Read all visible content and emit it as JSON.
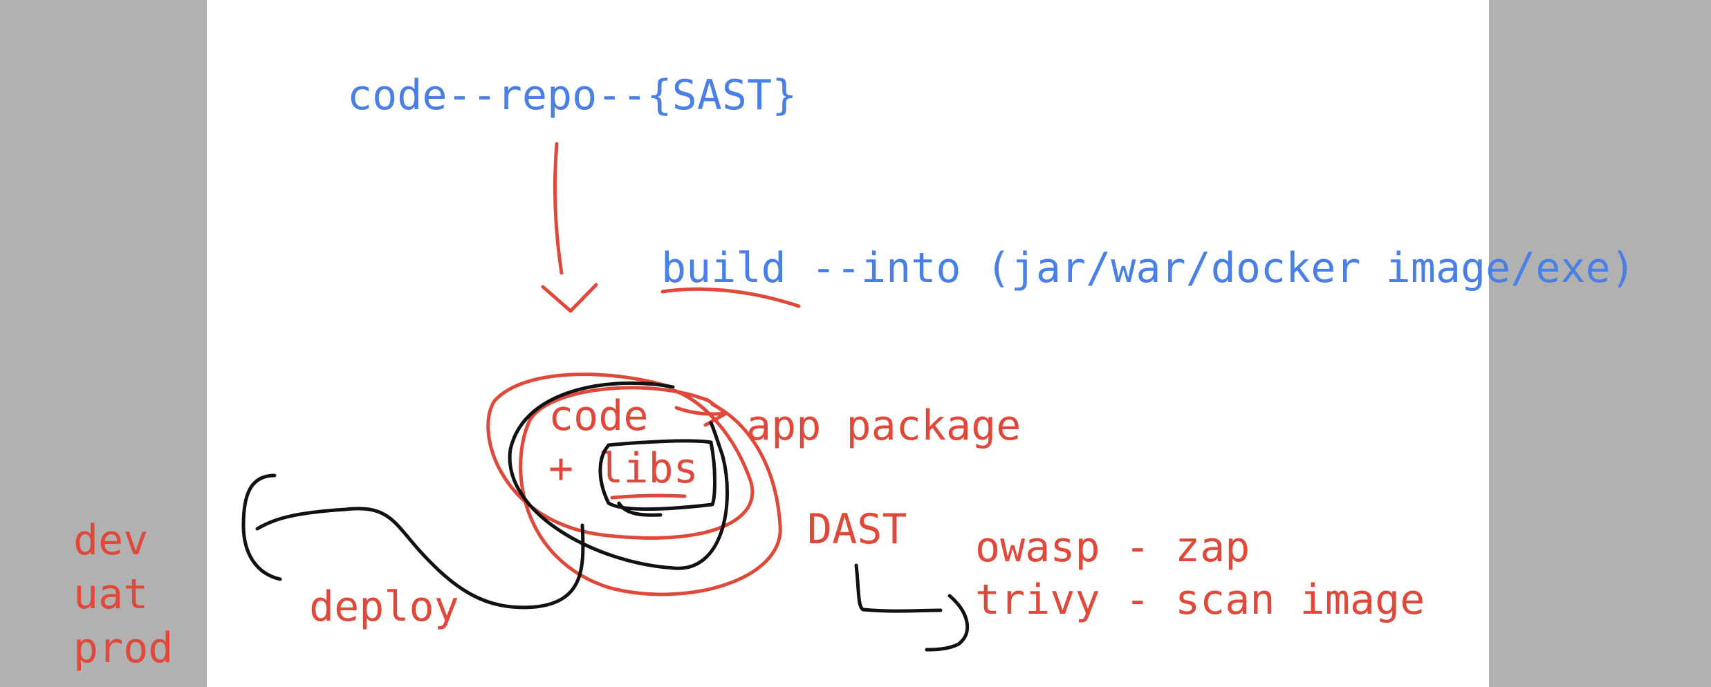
{
  "colors": {
    "blue_text": "#4a80e6",
    "red_ink": "#e0483a",
    "black_ink": "#111111",
    "margin_gray": "#b1b1b1",
    "canvas": "#ffffff"
  },
  "diagram": {
    "line1": "code--repo--{SAST}",
    "line2": "build --into (jar/war/docker image/exe)",
    "package": {
      "code": "code",
      "plus_libs": "+ libs",
      "label": "app package"
    },
    "dast": "DAST",
    "tools": [
      "owasp - zap",
      "trivy - scan image"
    ],
    "deploy": "deploy",
    "environments": [
      "dev",
      "uat",
      "prod"
    ]
  }
}
